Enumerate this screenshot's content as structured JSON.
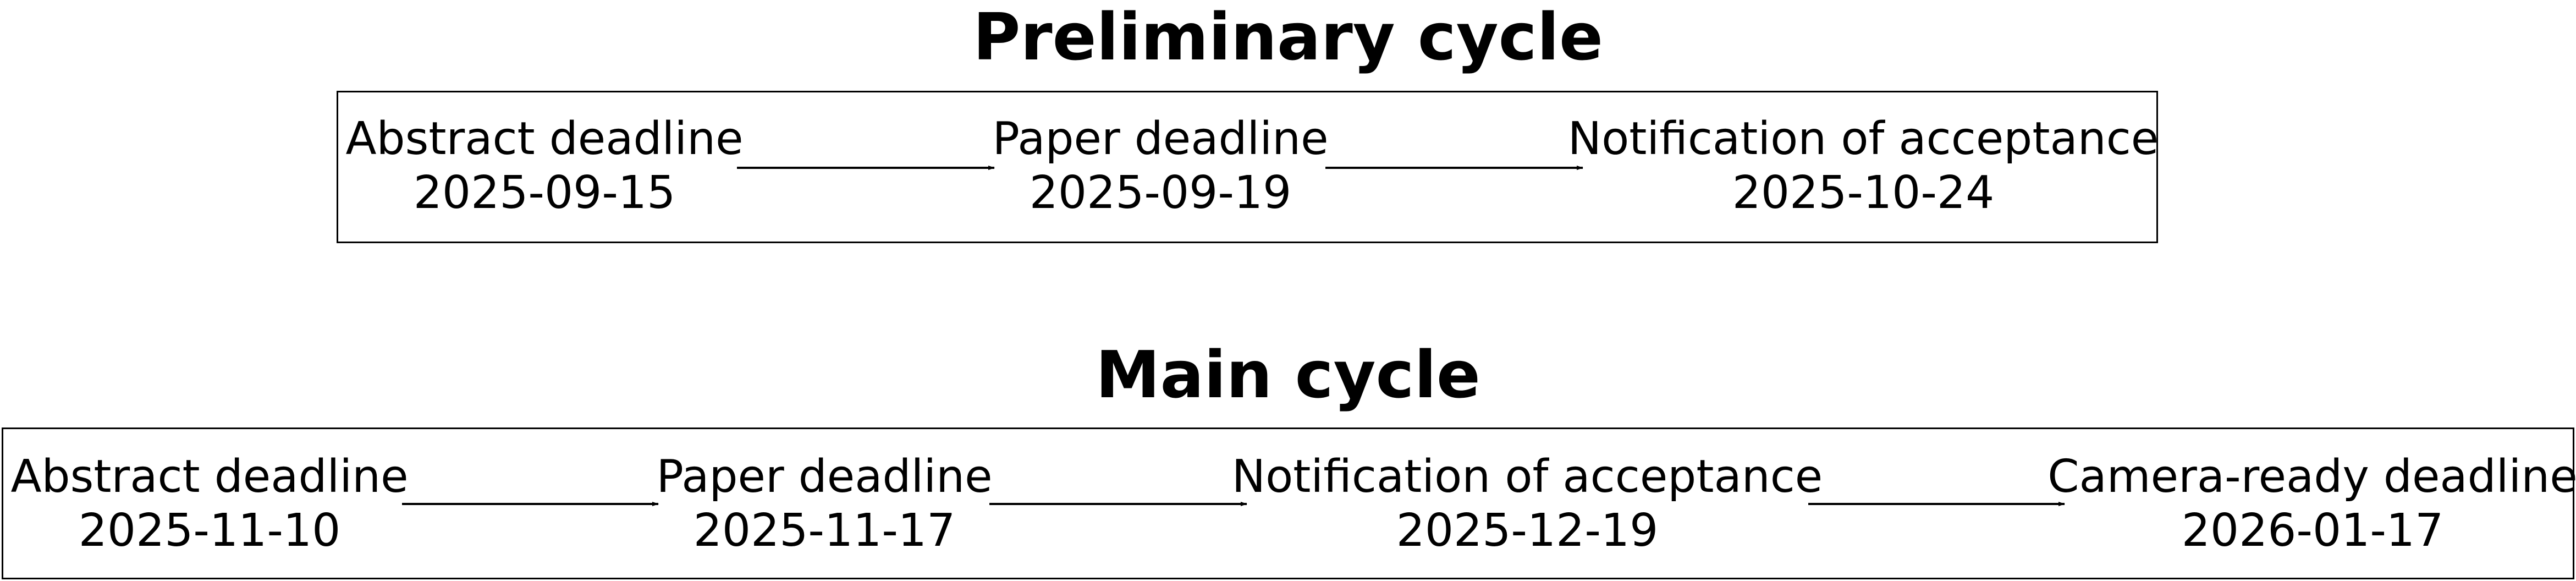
{
  "cycles": [
    {
      "title": "Preliminary cycle",
      "steps": [
        {
          "label": "Abstract deadline",
          "date": "2025-09-15"
        },
        {
          "label": "Paper deadline",
          "date": "2025-09-19"
        },
        {
          "label": "Notification of acceptance",
          "date": "2025-10-24"
        }
      ]
    },
    {
      "title": "Main cycle",
      "steps": [
        {
          "label": "Abstract deadline",
          "date": "2025-11-10"
        },
        {
          "label": "Paper deadline",
          "date": "2025-11-17"
        },
        {
          "label": "Notification of acceptance",
          "date": "2025-12-19"
        },
        {
          "label": "Camera-ready deadline",
          "date": "2026-01-17"
        }
      ]
    }
  ]
}
